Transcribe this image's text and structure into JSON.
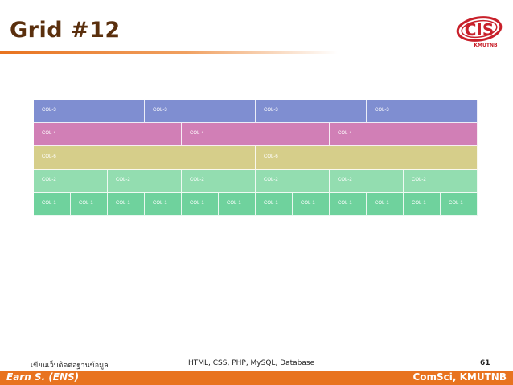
{
  "slide": {
    "title": "Grid #12",
    "footer_left": "เขียนเว็บติดต่อฐานข้อมูล",
    "footer_center": "HTML, CSS, PHP, MySQL, Database",
    "page_number": "61",
    "author": "Earn S. (ENS)",
    "organization": "ComSci, KMUTNB"
  },
  "logo": {
    "text": "CIS",
    "subtext": "KMUTNB",
    "icon": "cis-logo-icon"
  },
  "grid": {
    "rows": [
      {
        "color": "#7f8ed1",
        "cells": [
          {
            "label": "COL-3",
            "span": 3
          },
          {
            "label": "COL-3",
            "span": 3
          },
          {
            "label": "COL-3",
            "span": 3
          },
          {
            "label": "COL-3",
            "span": 3
          }
        ]
      },
      {
        "color": "#d17fb6",
        "cells": [
          {
            "label": "COL-4",
            "span": 4
          },
          {
            "label": "COL-4",
            "span": 4
          },
          {
            "label": "COL-4",
            "span": 4
          }
        ]
      },
      {
        "color": "#d6ce8a",
        "cells": [
          {
            "label": "COL-6",
            "span": 6
          },
          {
            "label": "COL-6",
            "span": 6
          }
        ]
      },
      {
        "color": "#93ddb0",
        "cells": [
          {
            "label": "COL-2",
            "span": 2
          },
          {
            "label": "COL-2",
            "span": 2
          },
          {
            "label": "COL-2",
            "span": 2
          },
          {
            "label": "COL-2",
            "span": 2
          },
          {
            "label": "COL-2",
            "span": 2
          },
          {
            "label": "COL-2",
            "span": 2
          }
        ]
      },
      {
        "color": "#6fd29d",
        "cells": [
          {
            "label": "COL-1",
            "span": 1
          },
          {
            "label": "COL-1",
            "span": 1
          },
          {
            "label": "COL-1",
            "span": 1
          },
          {
            "label": "COL-1",
            "span": 1
          },
          {
            "label": "COL-1",
            "span": 1
          },
          {
            "label": "COL-1",
            "span": 1
          },
          {
            "label": "COL-1",
            "span": 1
          },
          {
            "label": "COL-1",
            "span": 1
          },
          {
            "label": "COL-1",
            "span": 1
          },
          {
            "label": "COL-1",
            "span": 1
          },
          {
            "label": "COL-1",
            "span": 1
          },
          {
            "label": "COL-1",
            "span": 1
          }
        ]
      }
    ]
  },
  "colors": {
    "accent": "#e8731f",
    "title": "#5a2f0d",
    "logo_red": "#c8202a"
  }
}
